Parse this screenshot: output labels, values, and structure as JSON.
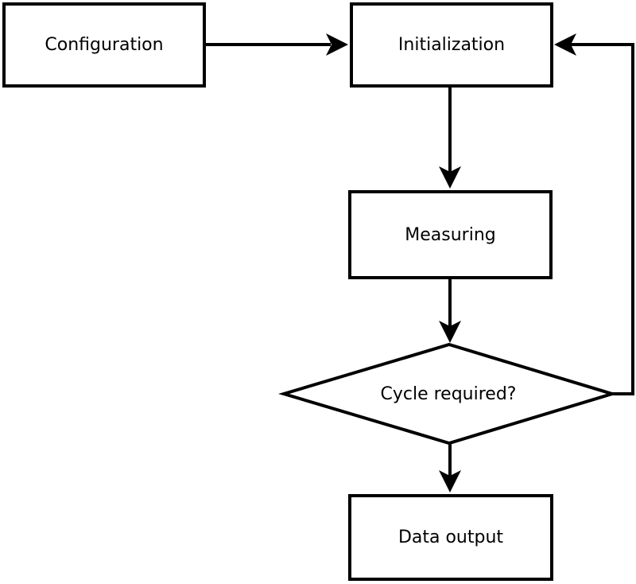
{
  "diagram": {
    "type": "flowchart",
    "background_color": "#ffffff",
    "stroke_color": "#000000",
    "text_color": "#000000",
    "nodes": [
      {
        "id": "configuration",
        "label": "Configuration",
        "shape": "rectangle"
      },
      {
        "id": "initialization",
        "label": "Initialization",
        "shape": "rectangle"
      },
      {
        "id": "measuring",
        "label": "Measuring",
        "shape": "rectangle"
      },
      {
        "id": "cycle-required",
        "label": "Cycle required?",
        "shape": "diamond"
      },
      {
        "id": "data-output",
        "label": "Data output",
        "shape": "rectangle"
      }
    ],
    "edges": [
      {
        "from": "configuration",
        "to": "initialization",
        "style": "arrow"
      },
      {
        "from": "initialization",
        "to": "measuring",
        "style": "arrow"
      },
      {
        "from": "measuring",
        "to": "cycle-required",
        "style": "arrow"
      },
      {
        "from": "cycle-required",
        "to": "data-output",
        "style": "arrow"
      },
      {
        "from": "cycle-required",
        "to": "initialization",
        "style": "arrow",
        "route": "right-side-feedback-loop"
      }
    ]
  }
}
